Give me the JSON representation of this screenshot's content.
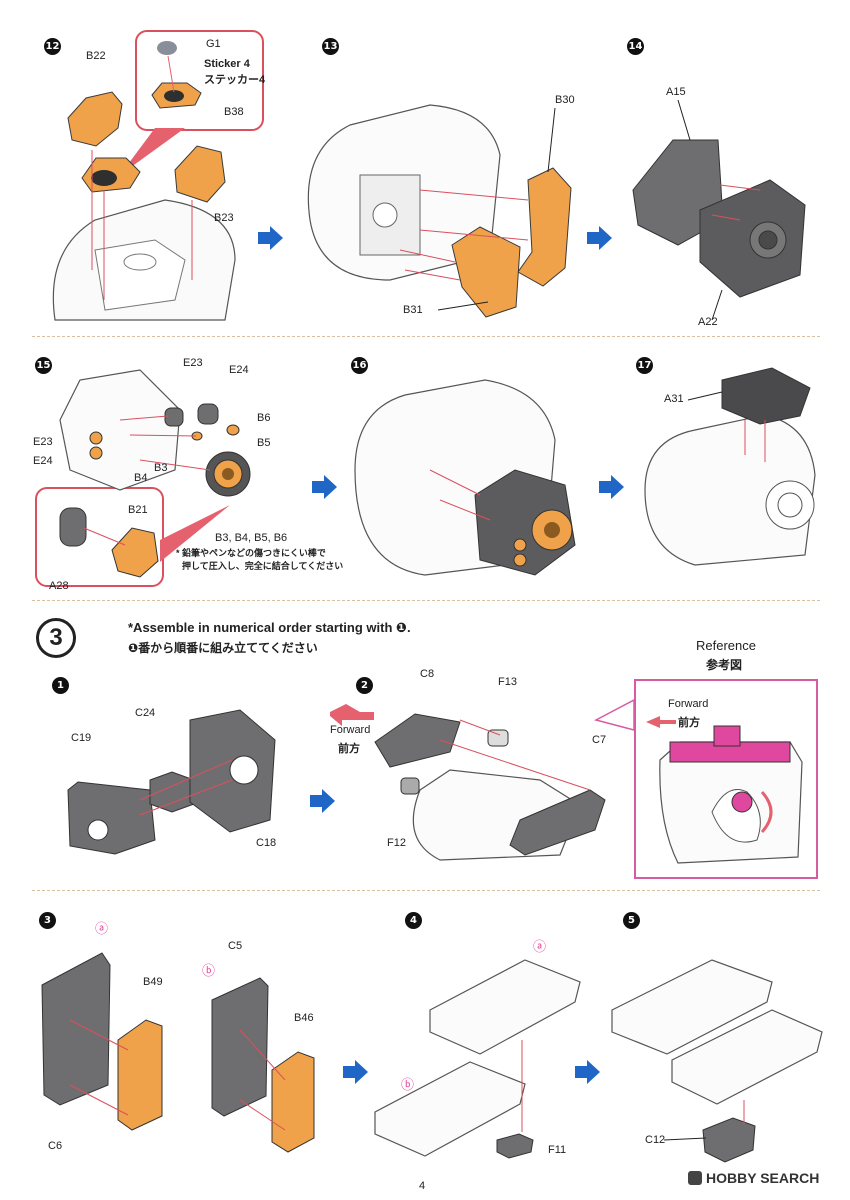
{
  "steps": {
    "s12": {
      "num": "12",
      "labels": {
        "g1": "G1",
        "sticker_en": "Sticker 4",
        "sticker_jp": "ステッカー4",
        "b38": "B38",
        "b22": "B22",
        "b23": "B23"
      }
    },
    "s13": {
      "num": "13",
      "labels": {
        "b30": "B30",
        "b31": "B31"
      }
    },
    "s14": {
      "num": "14",
      "labels": {
        "a15": "A15",
        "a22": "A22"
      }
    },
    "s15": {
      "num": "15",
      "labels": {
        "e23a": "E23",
        "e24a": "E24",
        "b6": "B6",
        "b5": "B5",
        "e23b": "E23",
        "e24b": "E24",
        "b3": "B3",
        "b4": "B4",
        "b21": "B21",
        "a28": "A28"
      },
      "parts_note": "B3, B4, B5, B6",
      "note_line1": "* 鉛筆やペンなどの傷つきにくい棒で",
      "note_line2": "押して圧入し、完全に結合してください"
    },
    "s16": {
      "num": "16"
    },
    "s17": {
      "num": "17",
      "labels": {
        "a31": "A31"
      }
    }
  },
  "section3": {
    "badge": "3",
    "instruction_en": "*Assemble in numerical order starting with ❶.",
    "instruction_jp": "❶番から順番に組み立ててください",
    "reference_en": "Reference",
    "reference_jp": "参考図",
    "forward_en": "Forward",
    "forward_jp": "前方",
    "forward_en_ref": "Forward",
    "forward_jp_ref": "前方",
    "sub1": {
      "num": "1",
      "labels": {
        "c19": "C19",
        "c24": "C24",
        "c18": "C18"
      }
    },
    "sub2": {
      "num": "2",
      "labels": {
        "c8": "C8",
        "f13": "F13",
        "c7": "C7",
        "f12": "F12"
      }
    },
    "sub3": {
      "num": "3",
      "labels": {
        "a": "ⓐ",
        "b49": "B49",
        "c5": "C5",
        "b": "ⓑ",
        "b46": "B46",
        "c6": "C6"
      }
    },
    "sub4": {
      "num": "4",
      "labels": {
        "a": "ⓐ",
        "b": "ⓑ",
        "f11": "F11"
      }
    },
    "sub5": {
      "num": "5",
      "labels": {
        "c12": "C12"
      }
    }
  },
  "footer": {
    "page": "4",
    "watermark": "HOBBY SEARCH"
  },
  "colors": {
    "orange": "#f0a24a",
    "gray": "#6e6e70",
    "dark": "#3d3d3f",
    "red_line": "#d9505e",
    "pink": "#e0479e",
    "blue_arrow": "#1f66c7"
  }
}
